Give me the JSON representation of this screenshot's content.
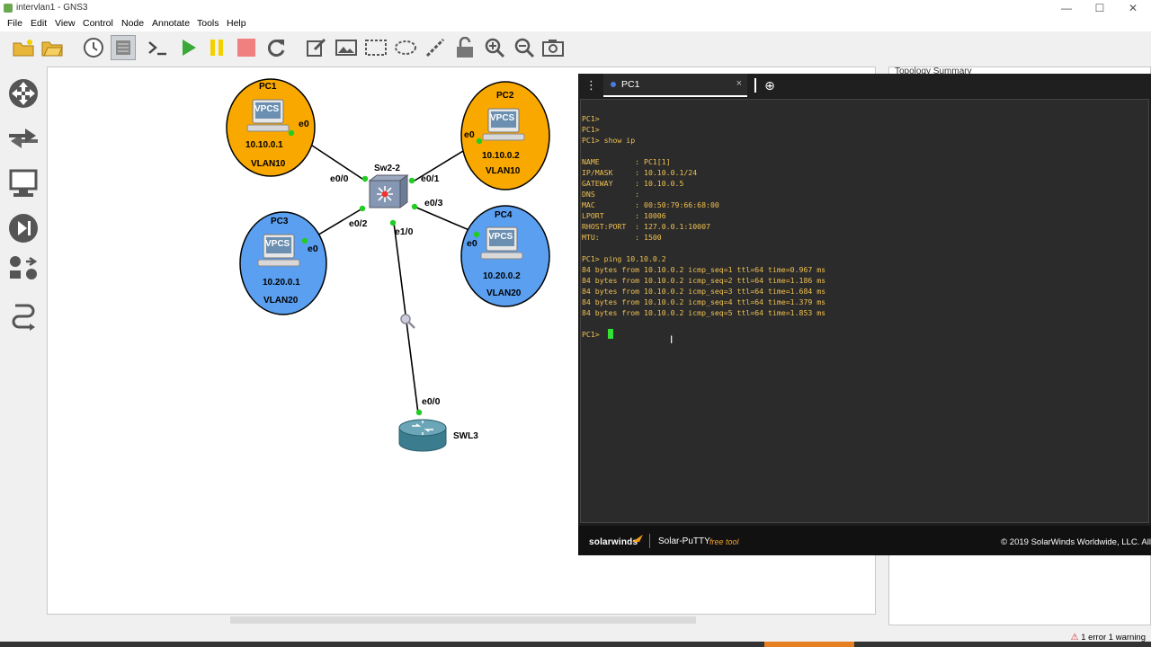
{
  "window": {
    "title": "intervlan1 - GNS3",
    "minimize": "—",
    "maximize": "☐",
    "close": "✕"
  },
  "menu": [
    "File",
    "Edit",
    "View",
    "Control",
    "Node",
    "Annotate",
    "Tools",
    "Help"
  ],
  "right_panel": {
    "title": "Topology Summary"
  },
  "status": {
    "text": "1 error 1 warning"
  },
  "topology": {
    "nodes": {
      "pc1": {
        "name": "PC1",
        "ip": "10.10.0.1",
        "vlan": "VLAN10",
        "iface": "e0",
        "device": "VPCS",
        "color": "#f9a800"
      },
      "pc2": {
        "name": "PC2",
        "ip": "10.10.0.2",
        "vlan": "VLAN10",
        "iface": "e0",
        "device": "VPCS",
        "color": "#f9a800"
      },
      "pc3": {
        "name": "PC3",
        "ip": "10.20.0.1",
        "vlan": "VLAN20",
        "iface": "e0",
        "device": "VPCS",
        "color": "#5a9ff0"
      },
      "pc4": {
        "name": "PC4",
        "ip": "10.20.0.2",
        "vlan": "VLAN20",
        "iface": "e0",
        "device": "VPCS",
        "color": "#5a9ff0"
      },
      "sw": {
        "name": "Sw2-2"
      },
      "swl3": {
        "name": "SWL3"
      }
    },
    "ports": {
      "e00": "e0/0",
      "e01": "e0/1",
      "e02": "e0/2",
      "e03": "e0/3",
      "e10": "e1/0",
      "l3e00": "e0/0"
    }
  },
  "terminal": {
    "tab_name": "PC1",
    "tab_close": "×",
    "lines": [
      "PC1>",
      "PC1>",
      "PC1> show ip",
      "",
      "NAME        : PC1[1]",
      "IP/MASK     : 10.10.0.1/24",
      "GATEWAY     : 10.10.0.5",
      "DNS         :",
      "MAC         : 00:50:79:66:68:00",
      "LPORT       : 10006",
      "RHOST:PORT  : 127.0.0.1:10007",
      "MTU:        : 1500",
      "",
      "PC1> ping 10.10.0.2",
      "84 bytes from 10.10.0.2 icmp_seq=1 ttl=64 time=0.967 ms",
      "84 bytes from 10.10.0.2 icmp_seq=2 ttl=64 time=1.186 ms",
      "84 bytes from 10.10.0.2 icmp_seq=3 ttl=64 time=1.684 ms",
      "84 bytes from 10.10.0.2 icmp_seq=4 ttl=64 time=1.379 ms",
      "84 bytes from 10.10.0.2 icmp_seq=5 ttl=64 time=1.853 ms",
      "",
      "PC1> "
    ],
    "footer": {
      "brand": "solarwinds",
      "product": "Solar-PuTTY",
      "free_tool": "free tool",
      "copyright": "© 2019 SolarWinds Worldwide, LLC. All"
    }
  },
  "colors": {
    "link_dot": "#22cc22",
    "terminal_text": "#f0c050",
    "cursor": "#35e035"
  }
}
